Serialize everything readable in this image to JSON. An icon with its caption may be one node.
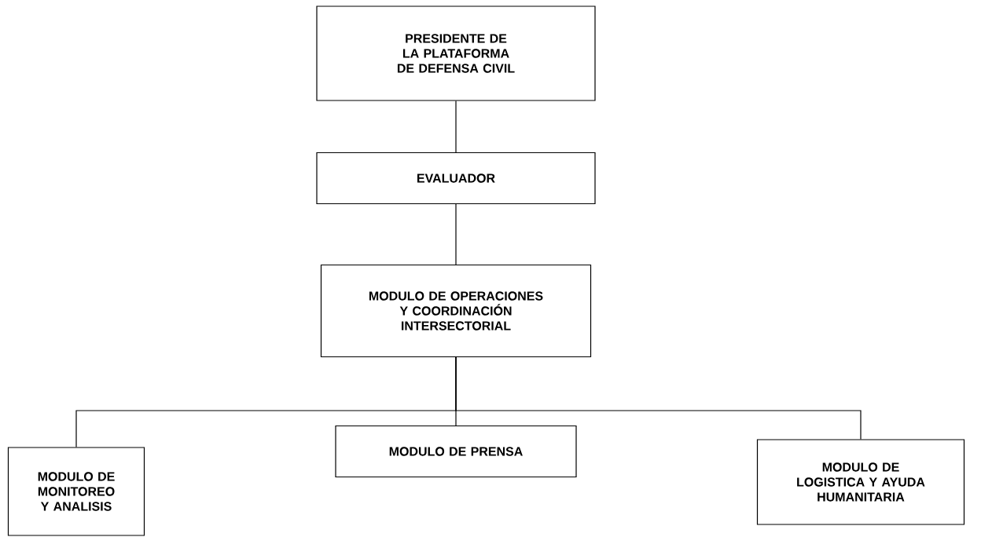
{
  "diagram": {
    "nodes": [
      {
        "text": [
          "PRESIDENTE DE LA PLATAFORMA DE DEFENSA CIVIL"
        ]
      },
      {
        "text": [
          "EVALUADOR"
        ]
      },
      {
        "text": [
          "MODULO DE OPERACIONES Y COORDINACIÓN INTERSECTORIAL"
        ]
      },
      {
        "text": [
          "MODULO DE MONITOREO Y ANALISIS"
        ]
      },
      {
        "text": [
          "MODULO DE PRENSA"
        ]
      },
      {
        "text": [
          "MODULO DE LOGISTICA Y AYUDA HUMANITARIA"
        ]
      }
    ],
    "edges": [
      {
        "from": 0,
        "to": 1,
        "arrow": "none"
      },
      {
        "from": 1,
        "to": 2,
        "arrow": "none"
      },
      {
        "from": 2,
        "to": 3,
        "arrow": "none"
      },
      {
        "from": 2,
        "to": 4,
        "arrow": "none"
      },
      {
        "from": 2,
        "to": 5,
        "arrow": "none"
      }
    ]
  }
}
